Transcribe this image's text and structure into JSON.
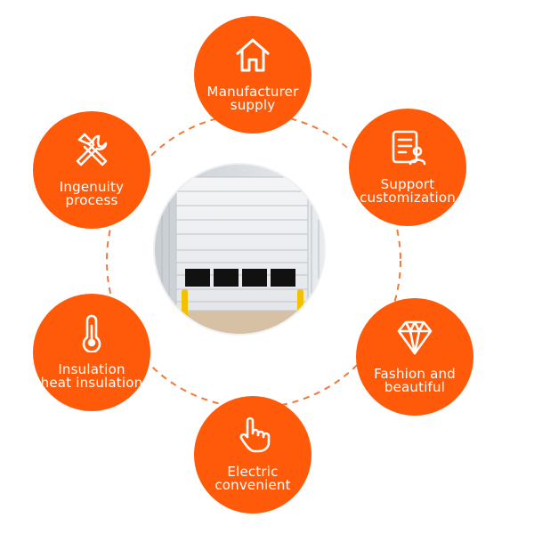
{
  "colors": {
    "accent": "#ff5a0a",
    "ring": "#f07a3a"
  },
  "nodes": [
    {
      "icon": "house-icon",
      "line1": "Manufacturer",
      "line2": "supply"
    },
    {
      "icon": "document-user-icon",
      "line1": "Support",
      "line2": "customization"
    },
    {
      "icon": "diamond-icon",
      "line1": "Fashion and",
      "line2": "beautiful"
    },
    {
      "icon": "hand-pointer-icon",
      "line1": "Electric",
      "line2": "convenient"
    },
    {
      "icon": "thermometer-icon",
      "line1": "Insulation",
      "line2": "heat insulation"
    },
    {
      "icon": "hammer-wrench-icon",
      "line1": "Ingenuity",
      "line2": "process"
    }
  ],
  "center": {
    "image": "garage-door-photo"
  }
}
